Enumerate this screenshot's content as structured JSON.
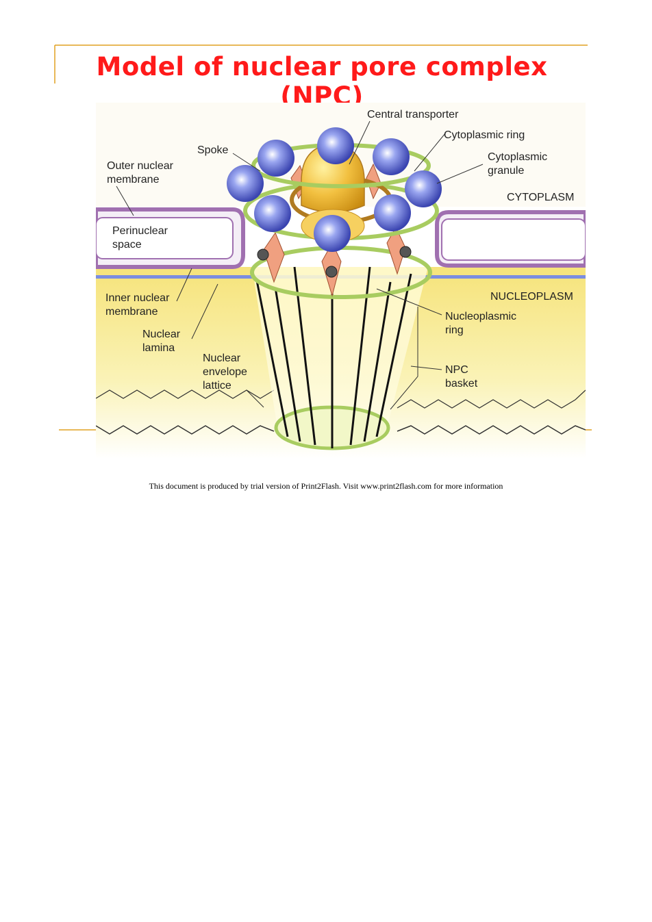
{
  "title": "Model of nuclear pore complex (NPC)",
  "colors": {
    "title": "#ff1a1a",
    "accent_line": "#e0a020",
    "membrane": "#a070b0",
    "ring": "#b8e070",
    "granule": "#6070d0"
  },
  "labels": {
    "central_transporter": "Central transporter",
    "cytoplasmic_ring": "Cytoplasmic ring",
    "spoke": "Spoke",
    "cytoplasmic_granule_1": "Cytoplasmic",
    "cytoplasmic_granule_2": "granule",
    "outer_membrane_1": "Outer nuclear",
    "outer_membrane_2": "membrane",
    "cytoplasm": "CYTOPLASM",
    "perinuclear_1": "Perinuclear",
    "perinuclear_2": "space",
    "inner_membrane_1": "Inner nuclear",
    "inner_membrane_2": "membrane",
    "nucleoplasm": "NUCLEOPLASM",
    "nucleoplasmic_ring_1": "Nucleoplasmic",
    "nucleoplasmic_ring_2": "ring",
    "nuclear_lamina_1": "Nuclear",
    "nuclear_lamina_2": "lamina",
    "envelope_lattice_1": "Nuclear",
    "envelope_lattice_2": "envelope",
    "envelope_lattice_3": "lattice",
    "npc_basket_1": "NPC",
    "npc_basket_2": "basket"
  },
  "footer": "This document is produced by trial version of Print2Flash. Visit www.print2flash.com for more information"
}
